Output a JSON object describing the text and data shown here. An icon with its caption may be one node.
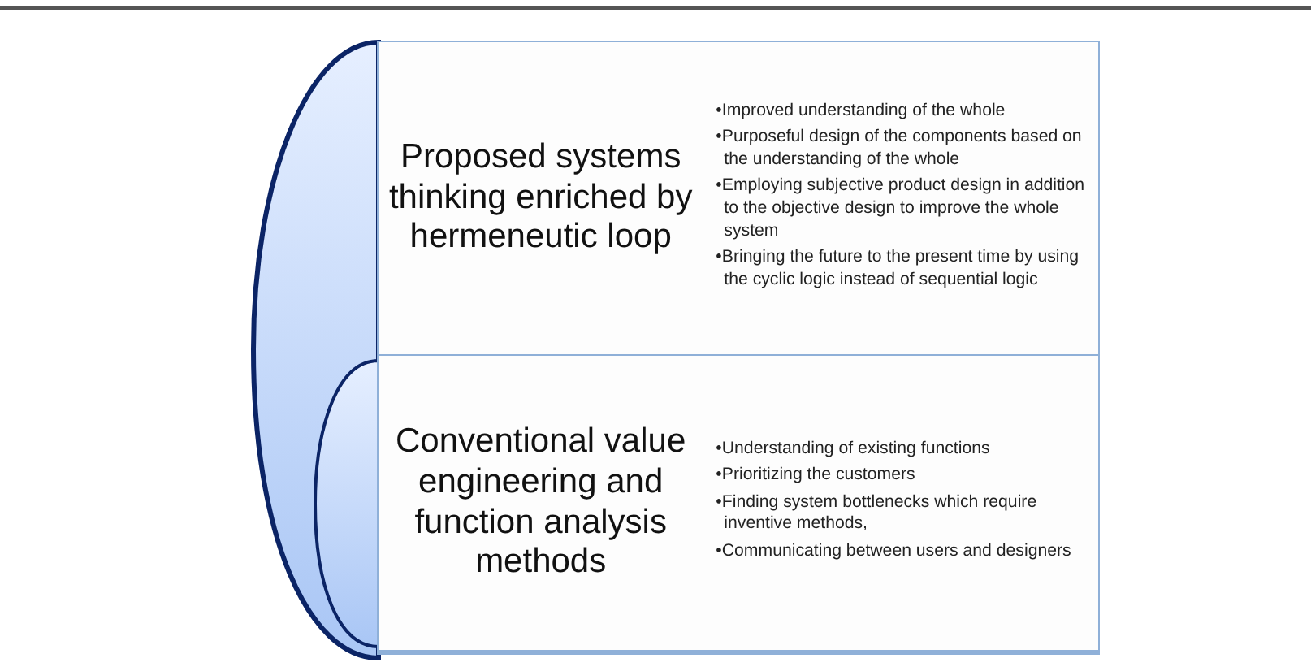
{
  "diagram": {
    "nodes": [
      {
        "text": [
          "Proposed systems thinking enriched by hermeneutic loop",
          "•Improved understanding of the whole",
          "•Purposeful design of the components based on the understanding of the whole",
          "•Employing subjective product design in addition to the objective design to improve the whole system",
          "•Bringing the future to the present time by using the cyclic logic instead of sequential logic"
        ]
      },
      {
        "text": [
          "Conventional value engineering and function analysis methods",
          "•Understanding of existing functions",
          "•Prioritizing the customers",
          "•Finding system bottlenecks which require inventive methods,",
          "•Communicating between users and designers"
        ]
      }
    ],
    "edges": []
  }
}
